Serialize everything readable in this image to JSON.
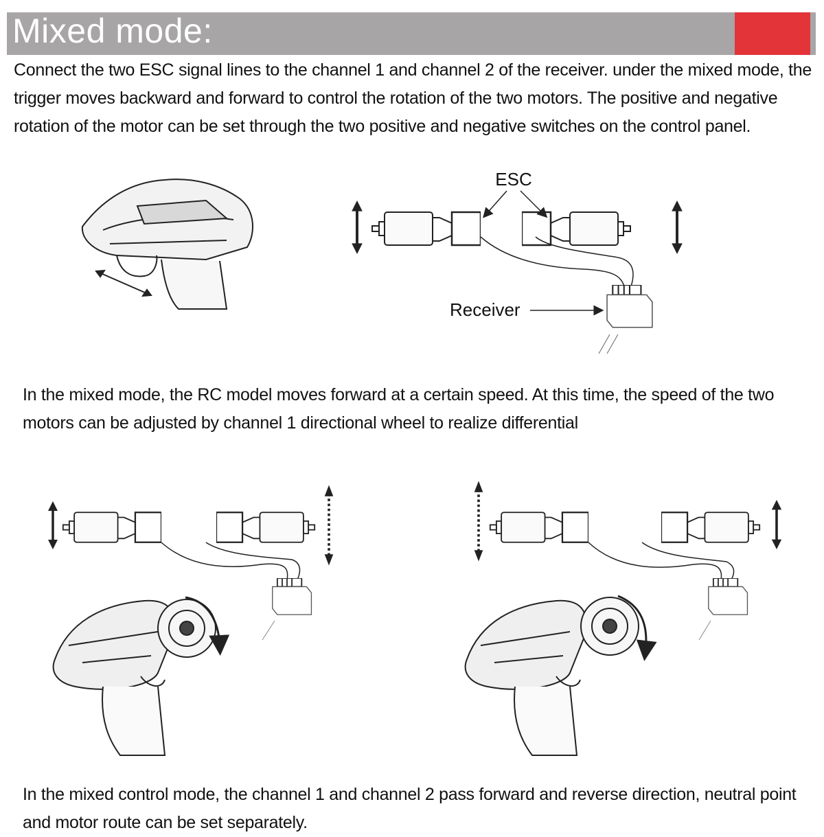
{
  "header": {
    "title": "Mixed mode:",
    "accent_color": "#e3343a",
    "bar_color": "#a8a5a6"
  },
  "paragraphs": {
    "intro": "Connect the two ESC signal lines to the channel 1 and channel 2 of the receiver. under the mixed mode, the trigger moves backward and forward to control the rotation of the two motors. The positive and negative rotation of the motor can be set through the two positive and negative switches on the control panel.",
    "differential": "In the mixed mode, the RC model moves forward at a certain speed. At this time, the speed of the two motors can be adjusted by channel 1 directional wheel to realize differential",
    "separate": "In the mixed control mode, the channel 1 and channel 2 pass forward and reverse direction, neutral point and motor route can be set separately."
  },
  "diagram_labels": {
    "esc": "ESC",
    "receiver": "Receiver"
  }
}
